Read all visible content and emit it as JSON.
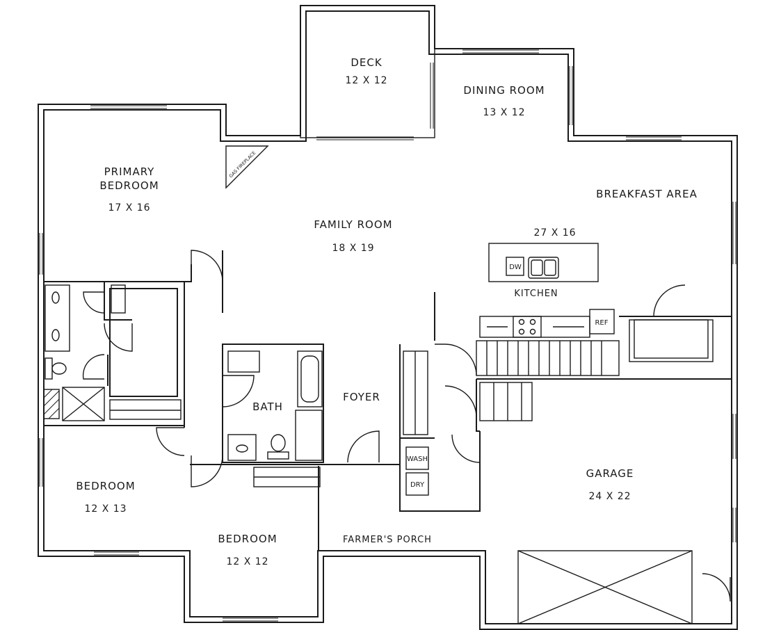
{
  "rooms": {
    "deck": {
      "name": "DECK",
      "size": "12 X 12"
    },
    "dining_room": {
      "name": "DINING ROOM",
      "size": "13 X 12"
    },
    "primary_bedroom": {
      "name_line1": "PRIMARY",
      "name_line2": "BEDROOM",
      "size": "17 X 16"
    },
    "family_room": {
      "name": "FAMILY ROOM",
      "size": "18 X 19"
    },
    "breakfast_area": {
      "name": "BREAKFAST AREA",
      "size": "27 X 16"
    },
    "kitchen": {
      "name": "KITCHEN"
    },
    "bath": {
      "name": "BATH"
    },
    "foyer": {
      "name": "FOYER"
    },
    "bedroom_left": {
      "name": "BEDROOM",
      "size": "12 X 13"
    },
    "bedroom_mid": {
      "name": "BEDROOM",
      "size": "12 X 12"
    },
    "farmers_porch": {
      "name": "FARMER'S PORCH"
    },
    "garage": {
      "name": "GARAGE",
      "size": "24 X 22"
    }
  },
  "fixtures": {
    "dishwasher": "DW",
    "refrigerator": "REF",
    "washer": "WASH",
    "dryer": "DRY",
    "fireplace": "GAS FIREPLACE"
  }
}
